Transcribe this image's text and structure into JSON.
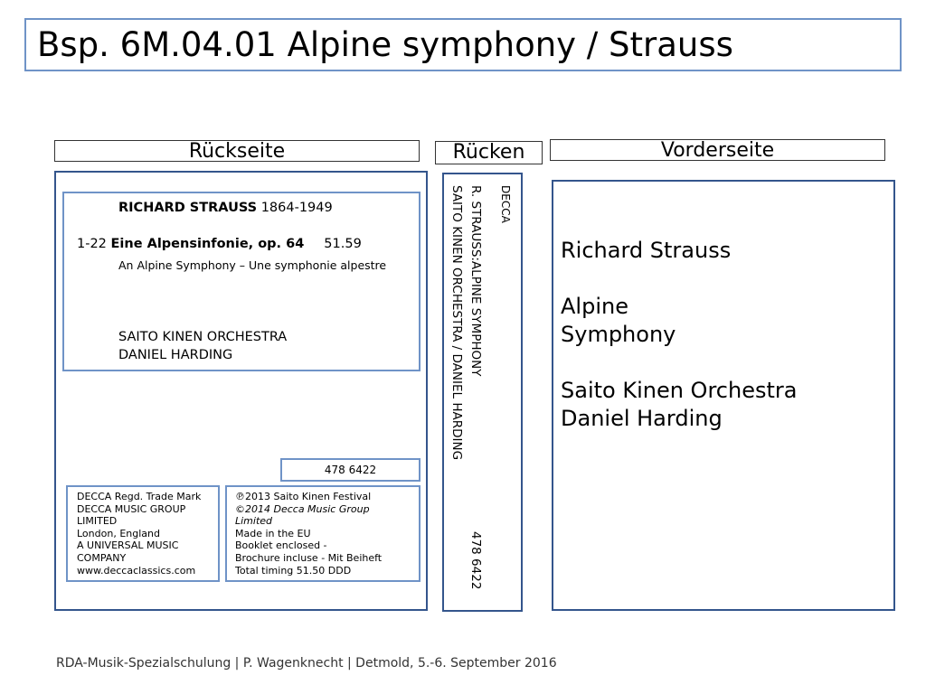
{
  "title": "Bsp. 6M.04.01  Alpine symphony / Strauss",
  "sections": {
    "back": "Rückseite",
    "spine": "Rücken",
    "front": "Vorderseite"
  },
  "back_cover": {
    "composer_name": "RICHARD STRAUSS",
    "composer_dates": " 1864-1949",
    "track_range": "1-22 ",
    "work_title": "Eine Alpensinfonie, op. 64",
    "duration": "51.59",
    "subtitle": "An Alpine Symphony – Une symphonie alpestre",
    "orchestra": "SAITO KINEN ORCHESTRA",
    "conductor": "DANIEL HARDING",
    "catalog_number": "478 6422",
    "label_info": [
      "DECCA Regd. Trade Mark",
      "DECCA MUSIC GROUP",
      "LIMITED",
      "London, England",
      "A UNIVERSAL MUSIC",
      "COMPANY",
      "www.deccaclassics.com"
    ],
    "rights": {
      "phonogram": "℗2013 Saito Kinen Festival",
      "copyright_1": "©2014 Decca Music Group",
      "copyright_2": "Limited",
      "made_in": "Made in the EU",
      "booklet": "Booklet enclosed -",
      "brochure": "Brochure incluse - Mit Beiheft",
      "timing": "Total timing 51.50 DDD"
    }
  },
  "spine": {
    "label": "DECCA",
    "title": "R. STRAUSS:ALPINE SYMPHONY",
    "performers": "SAITO KINEN ORCHESTRA / DANIEL HARDING",
    "catalog_number": "478 6422"
  },
  "front_cover": {
    "composer": "Richard Strauss",
    "work_line1": "Alpine",
    "work_line2": "Symphony",
    "orchestra": "Saito Kinen Orchestra",
    "conductor": "Daniel Harding"
  },
  "footer": "RDA-Musik-Spezialschulung | P. Wagenknecht | Detmold, 5.-6. September 2016"
}
